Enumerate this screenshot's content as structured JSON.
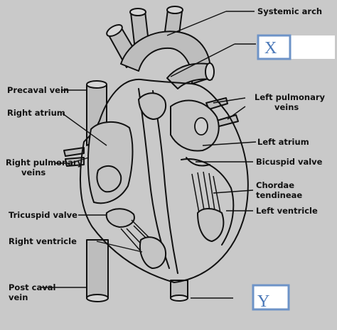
{
  "labels": {
    "systemic_arch": "Systemic arch",
    "precaval_vein": "Precaval vein",
    "right_atrium": "Right atrium",
    "right_pulmonary_veins_1": "Right pulmonary",
    "right_pulmonary_veins_2": "veins",
    "tricuspid_valve": "Tricuspid valve",
    "right_ventricle": "Right ventricle",
    "post_caval_vein_1": "Post caval",
    "post_caval_vein_2": "vein",
    "left_pulmonary_veins_1": "Left pulmonary",
    "left_pulmonary_veins_2": "veins",
    "left_atrium": "Left atrium",
    "bicuspid_valve": "Bicuspid valve",
    "chordae_tendineae_1": "Chordae",
    "chordae_tendineae_2": "tendineae",
    "left_ventricle": "Left ventricle"
  },
  "boxes": {
    "x": "X",
    "y": "Y"
  },
  "colors": {
    "background": "#c9c9c9",
    "box_border": "#6d93c7",
    "box_letter": "#4a78b8"
  }
}
